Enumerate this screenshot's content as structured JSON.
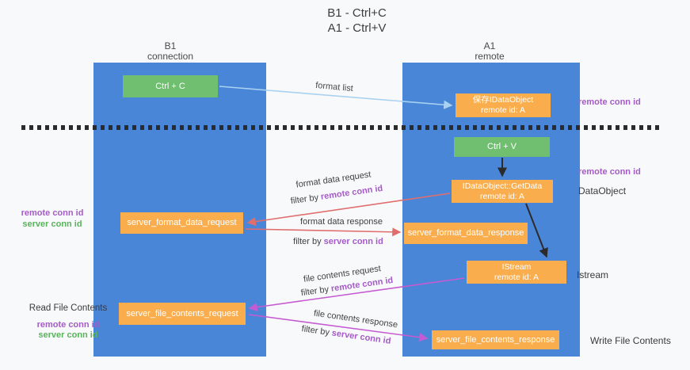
{
  "title": {
    "line1": "B1 - Ctrl+C",
    "line2": "A1 - Ctrl+V"
  },
  "columns": {
    "b1": {
      "title": "B1",
      "subtitle": "connection"
    },
    "a1": {
      "title": "A1",
      "subtitle": "remote"
    }
  },
  "boxes": {
    "ctrl_c": {
      "label": "Ctrl + C"
    },
    "ctrl_v": {
      "label": "Ctrl + V"
    },
    "save_dataobject": {
      "line1": "保存IDataObject",
      "line2": "remote id: A"
    },
    "getdata": {
      "line1": "IDataObject::GetData",
      "line2": "remote id: A"
    },
    "istream": {
      "line1": "IStream",
      "line2": "remote id: A"
    },
    "server_format_data_request": {
      "label": "server_format_data_request"
    },
    "server_format_data_response": {
      "label": "server_format_data_response"
    },
    "server_file_contents_request": {
      "label": "server_file_contents_request"
    },
    "server_file_contents_response": {
      "label": "server_file_contents_response"
    }
  },
  "side_labels": {
    "right_remote_conn_id_top": "remote conn id",
    "right_remote_conn_id_mid": "remote conn id",
    "right_dataobject": "DataObject",
    "right_istream": "Istream",
    "right_write_file_contents": "Write File Contents",
    "left_mid": {
      "remote": "remote conn id",
      "server": "server conn id"
    },
    "left_bottom": {
      "title": "Read File Contents",
      "remote": "remote conn id",
      "server": "server conn id"
    }
  },
  "arrow_labels": {
    "format_list": "format list",
    "format_data_request": "format data request",
    "format_data_response": "format data response",
    "file_contents_request": "file contents request",
    "file_contents_response": "file contents response",
    "filter_by": "filter by",
    "remote_conn_id": "remote conn id",
    "server_conn_id": "server conn id"
  },
  "colors": {
    "column_blue": "#4a86d8",
    "box_orange": "#f9ad4d",
    "box_green": "#70bf71",
    "arrow_red": "#e06e6e",
    "arrow_magenta": "#c55bd0",
    "arrow_lightblue": "#a9d1f0",
    "arrow_black": "#2b2b2b",
    "label_purple": "#a55bc8",
    "label_green": "#58b45a"
  }
}
